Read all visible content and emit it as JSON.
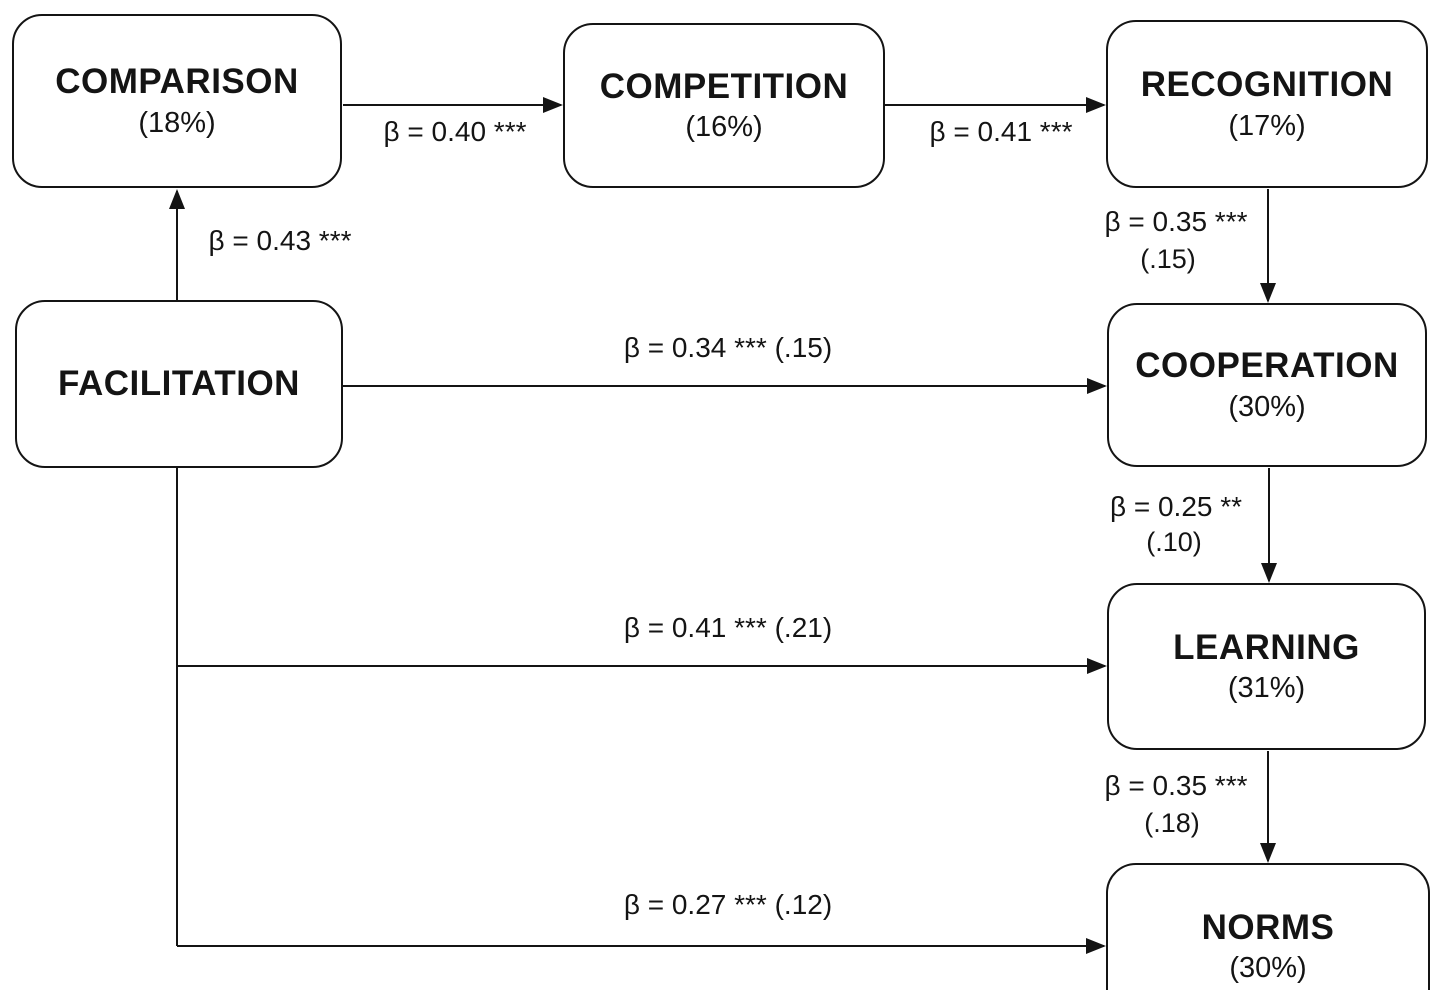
{
  "diagram": {
    "type": "path-model",
    "background_color": "#ffffff",
    "line_color": "#141414",
    "nodes": {
      "comparison": {
        "label": "COMPARISON",
        "variance": "(18%)"
      },
      "competition": {
        "label": "COMPETITION",
        "variance": "(16%)"
      },
      "recognition": {
        "label": "RECOGNITION",
        "variance": "(17%)"
      },
      "facilitation": {
        "label": "FACILITATION",
        "variance": ""
      },
      "cooperation": {
        "label": "COOPERATION",
        "variance": "(30%)"
      },
      "learning": {
        "label": "LEARNING",
        "variance": "(31%)"
      },
      "norms": {
        "label": "NORMS",
        "variance": "(30%)"
      }
    },
    "edges": {
      "comparison_to_competition": {
        "from": "COMPARISON",
        "to": "COMPETITION",
        "label": "β = 0.40 ***",
        "beta": "0.40",
        "significance": "***"
      },
      "competition_to_recognition": {
        "from": "COMPETITION",
        "to": "RECOGNITION",
        "label": "β = 0.41 ***",
        "beta": "0.41",
        "significance": "***"
      },
      "facilitation_to_comparison": {
        "from": "FACILITATION",
        "to": "COMPARISON",
        "label": "β = 0.43 ***",
        "beta": "0.43",
        "significance": "***"
      },
      "recognition_to_cooperation": {
        "from": "RECOGNITION",
        "to": "COOPERATION",
        "label": "β = 0.35 ***",
        "secondary": "(.15)",
        "beta": "0.35",
        "significance": "***"
      },
      "facilitation_to_cooperation": {
        "from": "FACILITATION",
        "to": "COOPERATION",
        "label": "β = 0.34 *** (.15)",
        "beta": "0.34",
        "significance": "***"
      },
      "cooperation_to_learning": {
        "from": "COOPERATION",
        "to": "LEARNING",
        "label": "β = 0.25 **",
        "secondary": "(.10)",
        "beta": "0.25",
        "significance": "**"
      },
      "facilitation_to_learning": {
        "from": "FACILITATION",
        "to": "LEARNING",
        "label": "β = 0.41 *** (.21)",
        "beta": "0.41",
        "significance": "***"
      },
      "learning_to_norms": {
        "from": "LEARNING",
        "to": "NORMS",
        "label": "β = 0.35 ***",
        "secondary": "(.18)",
        "beta": "0.35",
        "significance": "***"
      },
      "facilitation_to_norms": {
        "from": "FACILITATION",
        "to": "NORMS",
        "label": "β = 0.27 *** (.12)",
        "beta": "0.27",
        "significance": "***"
      }
    }
  }
}
